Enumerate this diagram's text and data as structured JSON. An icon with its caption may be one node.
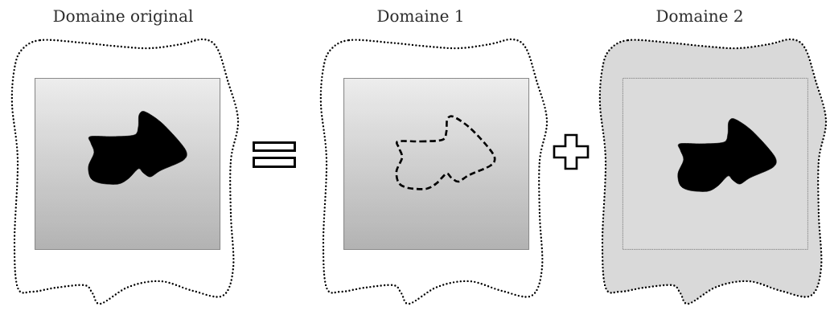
{
  "diagram": {
    "nodes": [
      {
        "text": [
          "Domaine original"
        ]
      },
      {
        "text": [],
        "shape": "box",
        "in": 0
      },
      {
        "text": [],
        "shape": "blob",
        "in": 1
      },
      {
        "text": [
          "Domaine 1"
        ]
      },
      {
        "text": [],
        "shape": "box",
        "in": 3
      },
      {
        "text": [],
        "shape": "blob",
        "in": 4
      },
      {
        "text": [
          "Domaine 2"
        ]
      },
      {
        "text": [],
        "shape": "box",
        "in": 6
      },
      {
        "text": [],
        "shape": "blob",
        "in": 7
      }
    ]
  }
}
